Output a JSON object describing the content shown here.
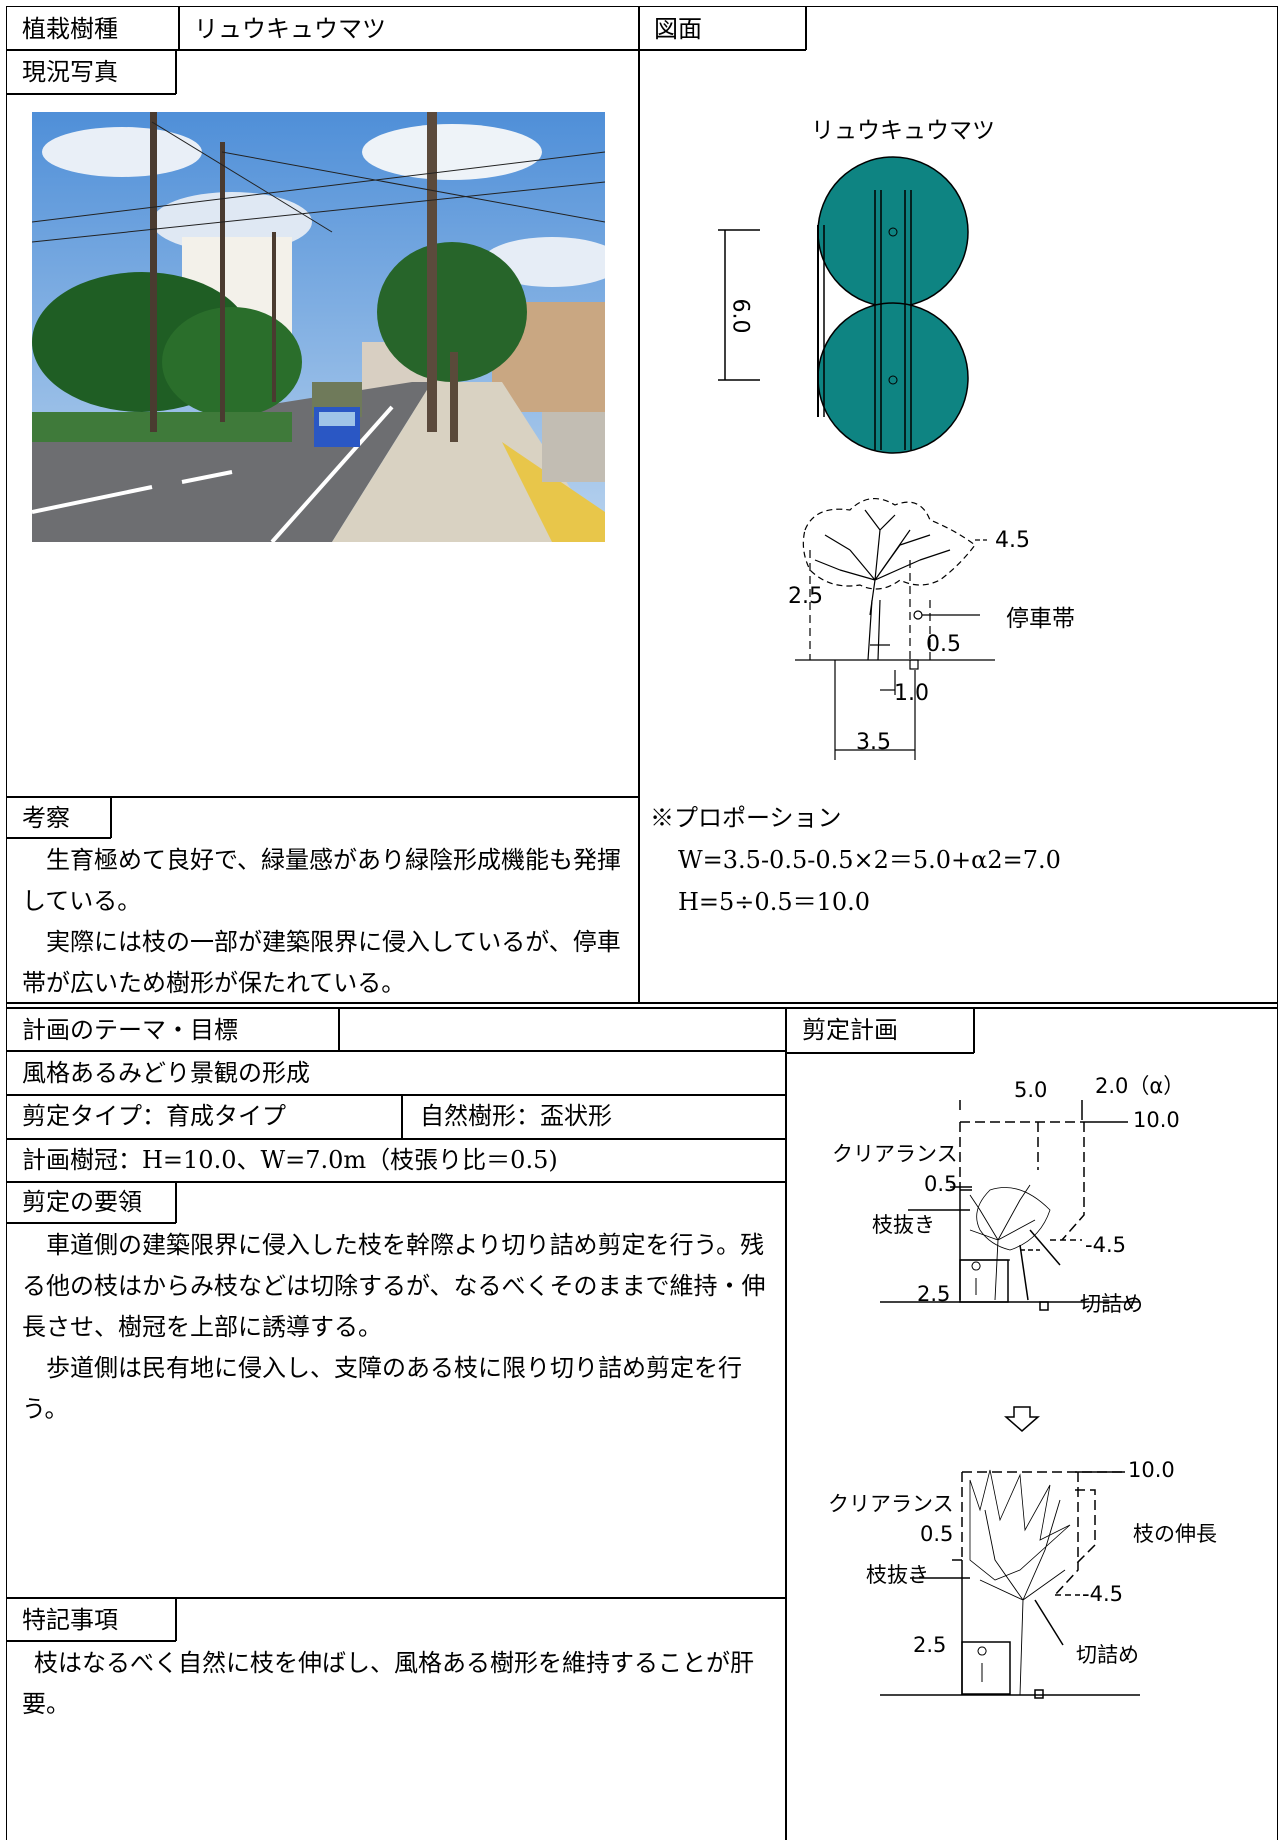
{
  "header": {
    "species_label": "植栽樹種",
    "species_value": "リュウキュウマツ",
    "drawing_label": "図面"
  },
  "photo": {
    "label": "現況写真"
  },
  "drawing": {
    "plan_title": "リュウキュウマツ",
    "plan_dim": "6.0",
    "elev_top_height": "4.5",
    "elev_lower_height": "2.5",
    "elev_parking_label": "停車帯",
    "elev_offset": "0.5",
    "elev_curb": "1.0",
    "elev_width": "3.5"
  },
  "observation": {
    "label": "考察",
    "para1": "生育極めて良好で、緑量感があり緑陰形成機能も発揮している。",
    "para2": "実際には枝の一部が建築限界に侵入しているが、停車帯が広いため樹形が保たれている。"
  },
  "proportion": {
    "title": "※プロポーション",
    "w_formula": "W=3.5-0.5-0.5×2＝5.0+α2=7.0",
    "h_formula": "H=5÷0.5＝10.0"
  },
  "plan": {
    "theme_label": "計画のテーマ・目標",
    "theme_value": "風格あるみどり景観の形成",
    "prune_type": "剪定タイプ：育成タイプ",
    "natural_shape": "自然樹形：盃状形",
    "crown": "計画樹冠：H=10.0、W=7.0m（枝張り比＝0.5)",
    "method_label": "剪定の要領",
    "method_para1": "車道側の建築限界に侵入した枝を幹際より切り詰め剪定を行う。残る他の枝はからみ枝などは切除するが、なるべくそのままで維持・伸長させ、樹冠を上部に誘導する。",
    "method_para2": "歩道側は民有地に侵入し、支障のある枝に限り切り詰め剪定を行う。",
    "notes_label": "特記事項",
    "notes_para": "枝はなるべく自然に枝を伸ばし、風格ある樹形を維持することが肝要。"
  },
  "pruning_plan": {
    "label": "剪定計画",
    "top": {
      "width": "5.0",
      "alpha": "2.0（α）",
      "height": "10.0",
      "clearance": "クリアランス",
      "clear_val": "0.5",
      "thinning": "枝抜き",
      "h45": "-4.5",
      "h25": "2.5",
      "cut": "切詰め"
    },
    "bottom": {
      "height": "10.0",
      "clearance": "クリアランス",
      "clear_val": "0.5",
      "extend": "枝の伸長",
      "thinning": "枝抜き",
      "h45": "-4.5",
      "h25": "2.5",
      "cut": "切詰め"
    }
  },
  "colors": {
    "crown": "#0e8482",
    "line": "#000000",
    "sky": "#6d9ed8",
    "foliage": "#1f5e24"
  }
}
